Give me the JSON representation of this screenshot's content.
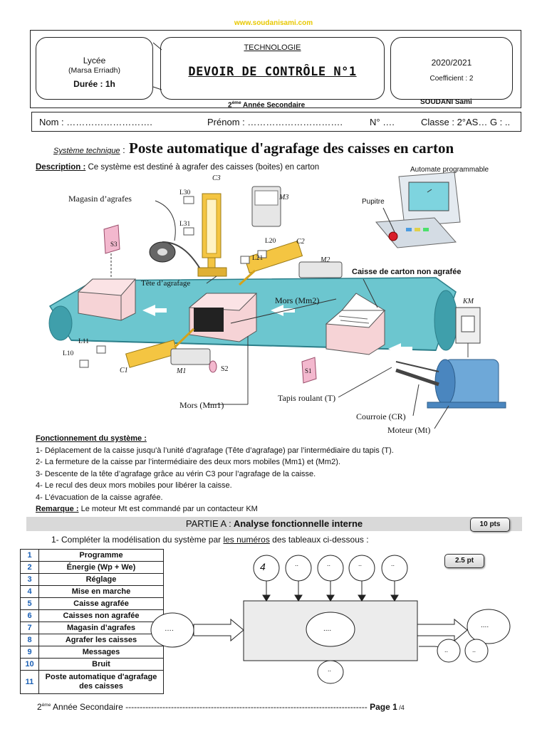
{
  "website": "www.soudanisami.com",
  "header": {
    "lycee": "Lycée",
    "school": "(Marsa Erriadh)",
    "duree": "Durée : 1h",
    "subject": "TECHNOLOGIE",
    "title": "DEVOIR DE CONTRÔLE N°1",
    "year": "2020/2021",
    "coef": "Coefficient : 2",
    "level_num": "2",
    "level_sup": "ème",
    "level_text": " Année Secondaire",
    "author": "SOUDANI Sami"
  },
  "student": {
    "nom": "Nom : ……………………….",
    "prenom": "Prénom : ………………………….",
    "numero": "N° ….",
    "classe": "Classe : 2°AS… G : .."
  },
  "system": {
    "label": "Système technique",
    "colon": " :",
    "title": " Poste automatique d'agrafage des caisses en carton"
  },
  "description": {
    "label": "Description :",
    "text": " Ce système est destiné à agrafer des caisses (boites) en carton"
  },
  "diagram_labels": {
    "magasin": "Magasin d’agrafes",
    "c3": "C3",
    "m3": "M3",
    "l30": "L30",
    "l31": "L31",
    "s3": "S3",
    "l20": "L20",
    "l21": "L21",
    "c2": "C2",
    "m2": "M2",
    "tete": "Tête d’agrafage",
    "mors_mm2": "Mors (Mm2)",
    "l11": "L11",
    "l10": "L10",
    "c1": "C1",
    "m1": "M1",
    "s2": "S2",
    "s1": "S1",
    "mors_mm1": "Mors (Mm1)",
    "tapis": "Tapis roulant (T)",
    "courroie": "Courroie (CR)",
    "moteur": "Moteur (Mt)",
    "km": "KM",
    "automate": "Automate programmable",
    "pupitre": "Pupitre",
    "caisse": "Caisse de carton non agrafée"
  },
  "fonctionnement": {
    "title": "Fonctionnement du système :",
    "steps": [
      "1- Déplacement de la caisse jusqu'à l’unité d’agrafage (Tête d’agrafage) par l’intermédiaire du tapis (T).",
      "2- La fermeture de la caisse par l’intermédiaire des deux mors mobiles (Mm1) et (Mm2).",
      "3- Descente de la tête d’agrafage grâce au vérin C3 pour l’agrafage de la caisse.",
      "4- Le recul des deux mors mobiles pour libérer la caisse.",
      "4- L’évacuation de la caisse agrafée."
    ],
    "remark_label": "Remarque :",
    "remark_text": " Le moteur Mt est commandé par un contacteur KM"
  },
  "partie_a": {
    "label": "PARTIE A :",
    "title": " Analyse fonctionnelle interne",
    "points": "10 pts"
  },
  "question1": {
    "number": "1-",
    "text_before": " Compléter la modélisation du système par ",
    "underlined": "les numéros",
    "text_after": " des tableaux ci-dessous :",
    "points": "2.5 pt"
  },
  "legend_table": [
    {
      "num": "1",
      "label": "Programme"
    },
    {
      "num": "2",
      "label": "Énergie (Wp + We)"
    },
    {
      "num": "3",
      "label": "Réglage"
    },
    {
      "num": "4",
      "label": "Mise en marche"
    },
    {
      "num": "5",
      "label": "Caisse agrafée"
    },
    {
      "num": "6",
      "label": "Caisses non agrafée"
    },
    {
      "num": "7",
      "label": "Magasin d’agrafes"
    },
    {
      "num": "8",
      "label": "Agrafer les caisses"
    },
    {
      "num": "9",
      "label": "Messages"
    },
    {
      "num": "10",
      "label": "Bruit"
    },
    {
      "num": "11",
      "label": "Poste automatique d'agrafage des caisses"
    }
  ],
  "model": {
    "given": "4",
    "dots_small": "..",
    "dots_mid": "....",
    "dots_long": "….",
    "dots_out": "...."
  },
  "footer": {
    "num": "2",
    "sup": "ème",
    "text": " Année Secondaire ------------------------------------------------------------------------------------- ",
    "page": "Page 1",
    "total": " /4"
  }
}
